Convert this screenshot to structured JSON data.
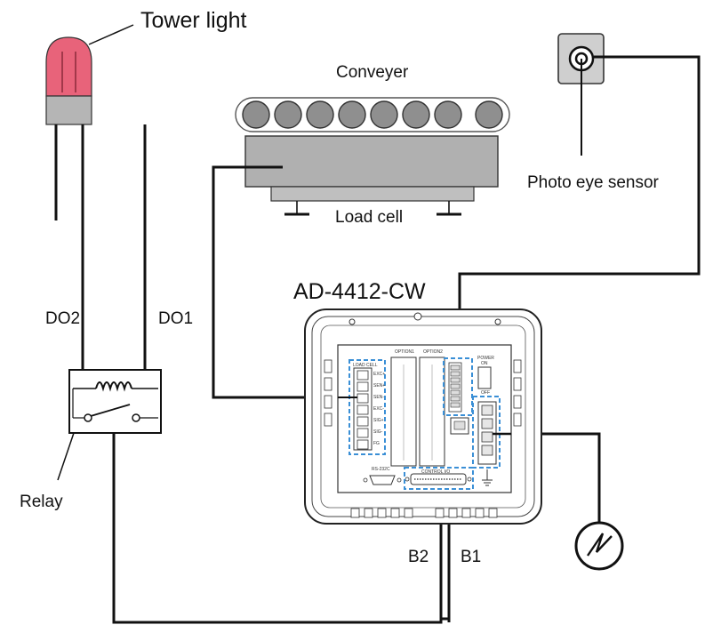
{
  "labels": {
    "tower_light": "Tower light",
    "conveyer": "Conveyer",
    "photo_eye": "Photo eye sensor",
    "load_cell": "Load cell",
    "model": "AD-4412-CW",
    "do2": "DO2",
    "do1": "DO1",
    "relay": "Relay",
    "b2": "B2",
    "b1": "B1"
  },
  "panel_labels": {
    "option1": "OPTION1",
    "option2": "OPTION2",
    "load_cell_terminal": "LOAD CELL",
    "rs232c": "RS-232C",
    "control_io": "CONTROL I/O",
    "power": "POWER",
    "on": "ON",
    "off": "OFF"
  },
  "load_cell_terminals": [
    "EXC+",
    "SEN+",
    "SEN-",
    "EXC-",
    "SIG+",
    "SIG-",
    "FG"
  ],
  "colors": {
    "tower_light": "#e8637a",
    "tower_base": "#b5b5b5",
    "conveyor_body": "#b0b0b0",
    "roller": "#8f8f8f",
    "wire": "#111111",
    "dashed_highlight": "#3a8fd6",
    "sensor_body": "#cfcfcf"
  },
  "icons": {
    "power_source": "ac-source-icon",
    "relay_coil": "relay-coil-icon",
    "sensor": "photo-eye-icon"
  }
}
